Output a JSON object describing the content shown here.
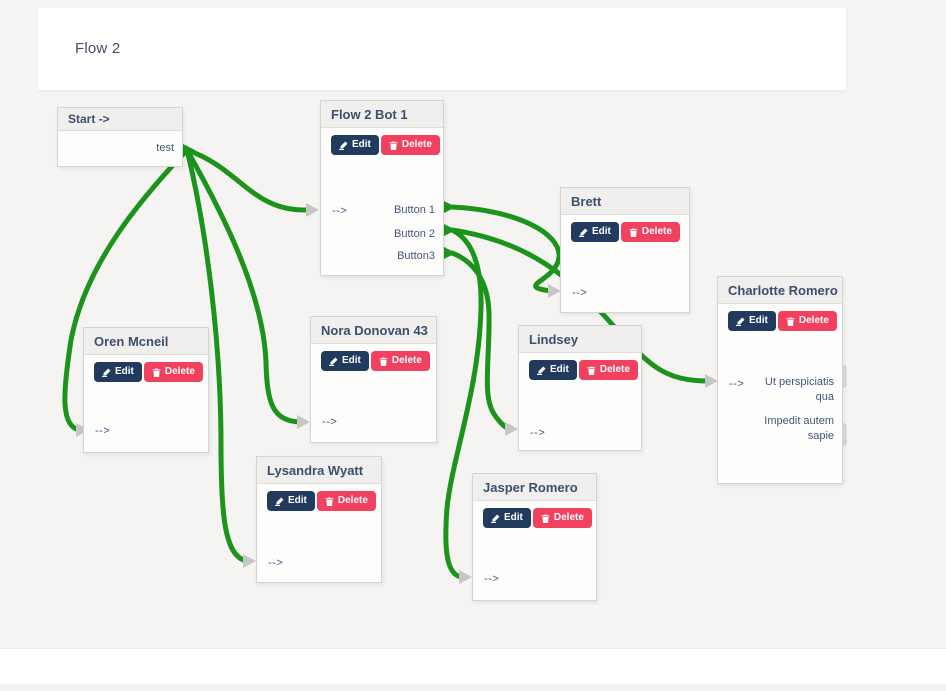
{
  "header": {
    "title": "Flow 2"
  },
  "buttons": {
    "edit": "Edit",
    "delete": "Delete"
  },
  "nodes": {
    "start": {
      "title": "Start ->",
      "output": "test"
    },
    "flow2bot1": {
      "title": "Flow 2 Bot 1",
      "input": "-->",
      "outputs": [
        "Button 1",
        "Button 2",
        "Button3"
      ]
    },
    "brett": {
      "title": "Brett",
      "input": "-->"
    },
    "charlotte": {
      "title": "Charlotte Romero",
      "input": "-->",
      "outputs": [
        "Ut perspiciatis qua",
        "Impedit autem sapie"
      ]
    },
    "oren": {
      "title": "Oren Mcneil",
      "input": "-->"
    },
    "nora": {
      "title": "Nora Donovan 43",
      "input": "-->"
    },
    "lindsey": {
      "title": "Lindsey",
      "input": "-->"
    },
    "lysandra": {
      "title": "Lysandra Wyatt",
      "input": "-->"
    },
    "jasper": {
      "title": "Jasper Romero",
      "input": "-->"
    }
  },
  "connections": [
    {
      "from": "start.test",
      "to": "flow2bot1.input"
    },
    {
      "from": "start.test",
      "to": "oren.input"
    },
    {
      "from": "start.test",
      "to": "nora.input"
    },
    {
      "from": "start.test",
      "to": "lysandra.input"
    },
    {
      "from": "flow2bot1.Button 1",
      "to": "brett.input"
    },
    {
      "from": "flow2bot1.Button 2",
      "to": "charlotte.input"
    },
    {
      "from": "flow2bot1.Button 2",
      "to": "jasper.input"
    },
    {
      "from": "flow2bot1.Button3",
      "to": "lindsey.input"
    }
  ],
  "colors": {
    "connection_green": "#1c941c",
    "edit_button_navy": "#213a5e",
    "delete_button_pink": "#f2415f",
    "canvas_bg": "#f5f4f2",
    "node_title_navy": "#3d4e6e"
  }
}
